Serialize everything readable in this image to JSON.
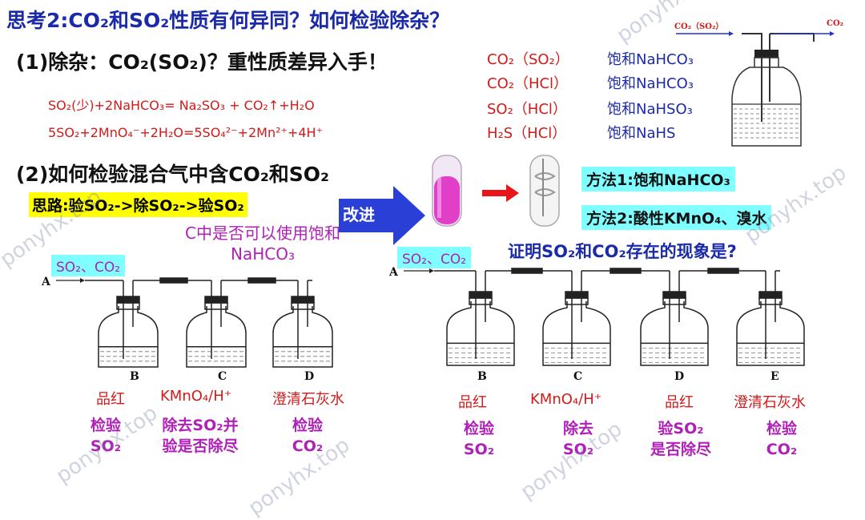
{
  "title": "思考2:CO₂和SO₂性质有何异同？如何检验除杂？",
  "part1": {
    "heading": "(1)除杂：CO₂(SO₂)？重性质差异入手！",
    "eq1": "SO₂(少)+2NaHCO₃= Na₂SO₃ + CO₂↑+H₂O",
    "eq2": "5SO₂+2MnO₄⁻+2H₂O=5SO₄²⁻+2Mn²⁺+4H⁺"
  },
  "impurity_table": [
    {
      "pair": "CO₂（SO₂）",
      "reagent": "饱和NaHCO₃"
    },
    {
      "pair": "CO₂（HCl）",
      "reagent": "饱和NaHCO₃"
    },
    {
      "pair": "SO₂（HCl）",
      "reagent": "饱和NaHSO₃"
    },
    {
      "pair": "H₂S（HCl）",
      "reagent": "饱和NaHS"
    }
  ],
  "wash_bottle": {
    "inlet_label": "CO₂（SO₂）",
    "outlet_label": "CO₂"
  },
  "part2": {
    "heading": "(2)如何检验混合气中含CO₂和SO₂",
    "idea": "思路:验SO₂->除SO₂->验SO₂",
    "question_c": "C中是否可以使用饱和NaHCO₃",
    "improve": "改进",
    "method1": "方法1:饱和NaHCO₃",
    "method2": "方法2:酸性KMnO₄、溴水",
    "prove": "证明SO₂和CO₂存在的现象是?"
  },
  "left_setup": {
    "gas": "SO₂、CO₂",
    "inlet": "A",
    "bottles": [
      {
        "name": "B",
        "reagent": "品红",
        "purpose1": "检验",
        "purpose2": "SO₂"
      },
      {
        "name": "C",
        "reagent": "KMnO₄/H⁺",
        "purpose1": "除去SO₂并",
        "purpose2": "验是否除尽"
      },
      {
        "name": "D",
        "reagent": "澄清石灰水",
        "purpose1": "检验",
        "purpose2": "CO₂"
      }
    ]
  },
  "right_setup": {
    "gas": "SO₂、CO₂",
    "inlet": "A",
    "bottles": [
      {
        "name": "B",
        "reagent": "品红",
        "purpose1": "检验",
        "purpose2": "SO₂"
      },
      {
        "name": "C",
        "reagent": "KMnO₄/H⁺",
        "purpose1": "除去",
        "purpose2": "SO₂"
      },
      {
        "name": "D",
        "reagent": "品红",
        "purpose1": "验SO₂",
        "purpose2": "是否除尽"
      },
      {
        "name": "E",
        "reagent": "澄清石灰水",
        "purpose1": "检验",
        "purpose2": "CO₂"
      }
    ]
  },
  "watermark": "ponyhx.top",
  "colors": {
    "title_blue": "#1a2aa8",
    "red": "#d11a1a",
    "purple": "#b01fb8",
    "cyan": "#7fffff",
    "yellow": "#ffff00"
  }
}
